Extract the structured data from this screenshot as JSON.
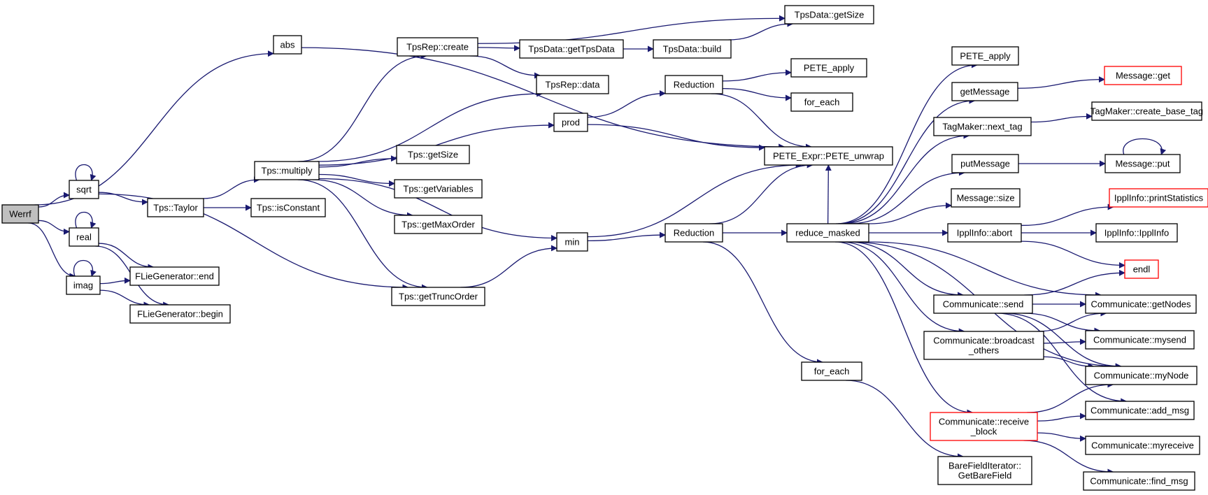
{
  "graph": {
    "edge_color": "#191970",
    "root_fill": "#bfbfbf",
    "incomplete_border_color": "#ff0000",
    "nodes": [
      {
        "id": "werrf",
        "label": "Werrf",
        "root": true
      },
      {
        "id": "abs",
        "label": "abs"
      },
      {
        "id": "sqrt",
        "label": "sqrt"
      },
      {
        "id": "real",
        "label": "real"
      },
      {
        "id": "imag",
        "label": "imag"
      },
      {
        "id": "tps-taylor",
        "label": "Tps::Taylor"
      },
      {
        "id": "tps-multiply",
        "label": "Tps::multiply"
      },
      {
        "id": "tps-isconstant",
        "label": "Tps::isConstant"
      },
      {
        "id": "flie-end",
        "label": "FLieGenerator::end"
      },
      {
        "id": "flie-begin",
        "label": "FLieGenerator::begin"
      },
      {
        "id": "tpsrep-create",
        "label": "TpsRep::create"
      },
      {
        "id": "tpsdata-gettpsdata",
        "label": "TpsData::getTpsData"
      },
      {
        "id": "tpsrep-data",
        "label": "TpsRep::data"
      },
      {
        "id": "prod",
        "label": "prod"
      },
      {
        "id": "tps-getsize",
        "label": "Tps::getSize"
      },
      {
        "id": "tps-getvariables",
        "label": "Tps::getVariables"
      },
      {
        "id": "tps-getmaxorder",
        "label": "Tps::getMaxOrder"
      },
      {
        "id": "tps-gettruncorder",
        "label": "Tps::getTruncOrder"
      },
      {
        "id": "min",
        "label": "min"
      },
      {
        "id": "tpsdata-getsize",
        "label": "TpsData::getSize"
      },
      {
        "id": "tpsdata-build",
        "label": "TpsData::build"
      },
      {
        "id": "reduction-1",
        "label": "Reduction"
      },
      {
        "id": "pete-apply-1",
        "label": "PETE_apply"
      },
      {
        "id": "for-each-1",
        "label": "for_each"
      },
      {
        "id": "pete-unwrap",
        "label": "PETE_Expr::PETE_unwrap"
      },
      {
        "id": "reduction-2",
        "label": "Reduction"
      },
      {
        "id": "reduce-masked",
        "label": "reduce_masked"
      },
      {
        "id": "for-each-2",
        "label": "for_each"
      },
      {
        "id": "barefielditerator",
        "label": [
          "BareFieldIterator::",
          "GetBareField"
        ]
      },
      {
        "id": "pete-apply-2",
        "label": "PETE_apply"
      },
      {
        "id": "getmessage",
        "label": "getMessage"
      },
      {
        "id": "tagmaker-nexttag",
        "label": "TagMaker::next_tag"
      },
      {
        "id": "putmessage",
        "label": "putMessage"
      },
      {
        "id": "message-size",
        "label": "Message::size"
      },
      {
        "id": "ipplinfo-abort",
        "label": "IpplInfo::abort"
      },
      {
        "id": "communicate-send",
        "label": "Communicate::send"
      },
      {
        "id": "communicate-broadcast",
        "label": [
          "Communicate::broadcast",
          "_others"
        ]
      },
      {
        "id": "communicate-receive",
        "label": [
          "Communicate::receive",
          "_block"
        ],
        "incomplete": true
      },
      {
        "id": "message-get",
        "label": "Message::get",
        "incomplete": true
      },
      {
        "id": "tagmaker-createbasetag",
        "label": "TagMaker::create_base_tag"
      },
      {
        "id": "message-put",
        "label": "Message::put"
      },
      {
        "id": "ipplinfo-printstatistics",
        "label": "IpplInfo::printStatistics",
        "incomplete": true
      },
      {
        "id": "ipplinfo-ipplinfo",
        "label": "IpplInfo::IpplInfo"
      },
      {
        "id": "endl",
        "label": "endl",
        "incomplete": true
      },
      {
        "id": "communicate-getnodes",
        "label": "Communicate::getNodes"
      },
      {
        "id": "communicate-mysend",
        "label": "Communicate::mysend"
      },
      {
        "id": "communicate-mynode",
        "label": "Communicate::myNode"
      },
      {
        "id": "communicate-addmsg",
        "label": "Communicate::add_msg"
      },
      {
        "id": "communicate-myreceive",
        "label": "Communicate::myreceive"
      },
      {
        "id": "communicate-findmsg",
        "label": "Communicate::find_msg"
      }
    ],
    "edges": [
      [
        "werrf",
        "abs"
      ],
      [
        "werrf",
        "sqrt"
      ],
      [
        "werrf",
        "real"
      ],
      [
        "werrf",
        "imag"
      ],
      [
        "abs",
        "pete-unwrap"
      ],
      [
        "sqrt",
        "sqrt"
      ],
      [
        "sqrt",
        "tps-taylor"
      ],
      [
        "sqrt",
        "tps-gettruncorder"
      ],
      [
        "real",
        "real"
      ],
      [
        "real",
        "flie-end"
      ],
      [
        "real",
        "flie-begin"
      ],
      [
        "imag",
        "imag"
      ],
      [
        "imag",
        "flie-end"
      ],
      [
        "imag",
        "flie-begin"
      ],
      [
        "tps-taylor",
        "tps-multiply"
      ],
      [
        "tps-taylor",
        "tps-isconstant"
      ],
      [
        "tps-multiply",
        "tpsrep-create"
      ],
      [
        "tps-multiply",
        "tpsrep-data"
      ],
      [
        "tps-multiply",
        "prod"
      ],
      [
        "tps-multiply",
        "tps-getsize"
      ],
      [
        "tps-multiply",
        "tps-getvariables"
      ],
      [
        "tps-multiply",
        "tps-getmaxorder"
      ],
      [
        "tps-multiply",
        "tps-gettruncorder"
      ],
      [
        "tps-multiply",
        "min"
      ],
      [
        "tpsrep-create",
        "tpsdata-getsize"
      ],
      [
        "tpsrep-create",
        "tpsdata-gettpsdata"
      ],
      [
        "tpsrep-create",
        "tpsrep-data"
      ],
      [
        "tpsdata-gettpsdata",
        "tpsdata-build"
      ],
      [
        "tpsdata-build",
        "tpsdata-getsize"
      ],
      [
        "prod",
        "reduction-1"
      ],
      [
        "prod",
        "pete-unwrap"
      ],
      [
        "tps-gettruncorder",
        "min"
      ],
      [
        "min",
        "pete-unwrap"
      ],
      [
        "min",
        "reduction-2"
      ],
      [
        "reduction-1",
        "pete-apply-1"
      ],
      [
        "reduction-1",
        "for-each-1"
      ],
      [
        "reduction-1",
        "pete-unwrap"
      ],
      [
        "reduction-2",
        "pete-unwrap"
      ],
      [
        "reduction-2",
        "reduce-masked"
      ],
      [
        "reduction-2",
        "for-each-2"
      ],
      [
        "for-each-2",
        "barefielditerator"
      ],
      [
        "reduce-masked",
        "pete-apply-2"
      ],
      [
        "reduce-masked",
        "getmessage"
      ],
      [
        "reduce-masked",
        "tagmaker-nexttag"
      ],
      [
        "reduce-masked",
        "putmessage"
      ],
      [
        "reduce-masked",
        "message-size"
      ],
      [
        "reduce-masked",
        "ipplinfo-abort"
      ],
      [
        "reduce-masked",
        "communicate-getnodes"
      ],
      [
        "reduce-masked",
        "communicate-send"
      ],
      [
        "reduce-masked",
        "communicate-broadcast"
      ],
      [
        "reduce-masked",
        "communicate-mynode"
      ],
      [
        "reduce-masked",
        "communicate-receive"
      ],
      [
        "reduce-masked",
        "pete-unwrap"
      ],
      [
        "getmessage",
        "message-get"
      ],
      [
        "tagmaker-nexttag",
        "tagmaker-createbasetag"
      ],
      [
        "putmessage",
        "message-put"
      ],
      [
        "message-put",
        "message-put"
      ],
      [
        "ipplinfo-abort",
        "ipplinfo-printstatistics"
      ],
      [
        "ipplinfo-abort",
        "ipplinfo-ipplinfo"
      ],
      [
        "ipplinfo-abort",
        "endl"
      ],
      [
        "communicate-send",
        "endl"
      ],
      [
        "communicate-send",
        "communicate-getnodes"
      ],
      [
        "communicate-send",
        "communicate-mysend"
      ],
      [
        "communicate-send",
        "communicate-mynode"
      ],
      [
        "communicate-send",
        "communicate-addmsg"
      ],
      [
        "communicate-broadcast",
        "communicate-getnodes"
      ],
      [
        "communicate-broadcast",
        "communicate-mysend"
      ],
      [
        "communicate-broadcast",
        "communicate-mynode"
      ],
      [
        "communicate-receive",
        "communicate-mynode"
      ],
      [
        "communicate-receive",
        "communicate-addmsg"
      ],
      [
        "communicate-receive",
        "communicate-myreceive"
      ],
      [
        "communicate-receive",
        "communicate-findmsg"
      ]
    ]
  }
}
